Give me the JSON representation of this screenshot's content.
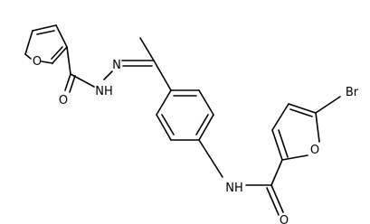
{
  "molecule": {
    "atom_labels": {
      "furan_oxygen_left": "O",
      "carbonyl_oxygen_left": "O",
      "hydrazide_nh": "NH",
      "imine_n": "N",
      "amide_nh": "NH",
      "carbonyl_oxygen_right": "O",
      "furan_oxygen_right": "O",
      "bromine": "Br"
    }
  }
}
